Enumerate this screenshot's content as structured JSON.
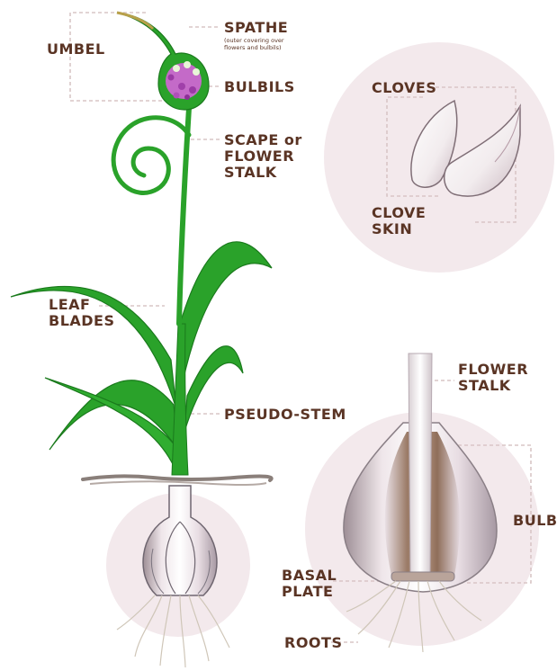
{
  "labels": {
    "umbel": "UMBEL",
    "spathe": "SPATHE",
    "spathe_note": "(outer covering over flowers and bulbils)",
    "bulbils": "BULBILS",
    "scape": [
      "SCAPE or",
      "FLOWER",
      "STALK"
    ],
    "leaf_blades": [
      "LEAF",
      "BLADES"
    ],
    "pseudo_stem": "PSEUDO-STEM",
    "cloves": "CLOVES",
    "clove_skin": [
      "CLOVE",
      "SKIN"
    ],
    "flower_stalk": [
      "FLOWER",
      "STALK"
    ],
    "bulb": "BULB",
    "basal_plate": [
      "BASAL",
      "PLATE"
    ],
    "roots": "ROOTS"
  },
  "colors": {
    "label_text": "#5a3424",
    "leader_line": "#d9c6c6",
    "leaf_green": "#2aa22a",
    "leaf_dark": "#1a7a1c",
    "circle_bg": "#f3e9ec",
    "flower_purple": "#b04fb8",
    "soil": "#8a7f7a"
  }
}
